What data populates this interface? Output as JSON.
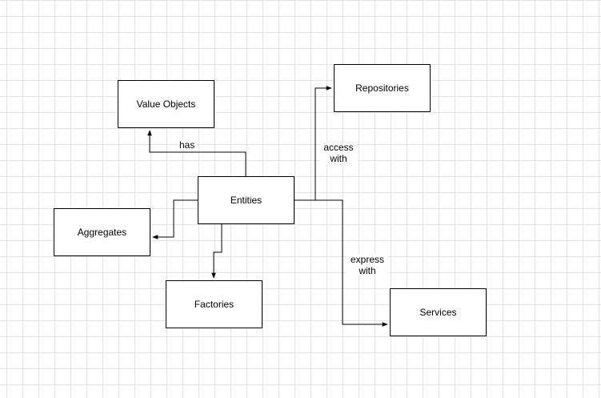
{
  "diagram": {
    "nodes": {
      "value_objects": "Value Objects",
      "repositories": "Repositories",
      "entities": "Entities",
      "aggregates": "Aggregates",
      "factories": "Factories",
      "services": "Services"
    },
    "edge_labels": {
      "has": "has",
      "access": [
        "access",
        "with"
      ],
      "express": [
        "express",
        "with"
      ]
    }
  },
  "colors": {
    "stroke": "#000000",
    "grid": "#e4e4e4",
    "background": "#ffffff"
  }
}
